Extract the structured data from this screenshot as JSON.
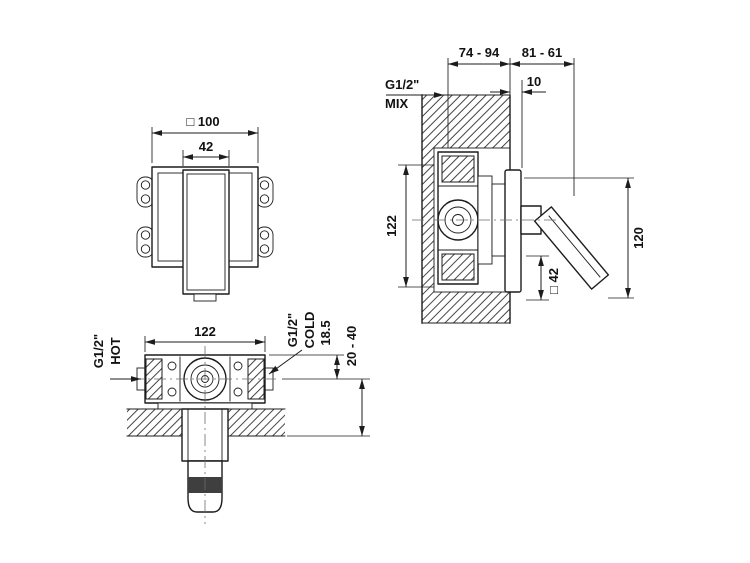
{
  "colors": {
    "line": "#1c1c1c",
    "background": "#ffffff",
    "handle_band": "#3f3f3f"
  },
  "front_view": {
    "dim_width": "□ 100",
    "dim_cover_width": "42"
  },
  "front_section": {
    "dim_body_width": "122",
    "hot_thread": "G1/2\"",
    "hot_label": "HOT",
    "cold_thread": "G1/2\"",
    "cold_label": "COLD",
    "dim_port_offset": "18.5",
    "dim_wall_range": "20 - 40"
  },
  "side_section": {
    "dim_rough_depth": "74 - 94",
    "dim_protrusion": "81 - 61",
    "mix_thread": "G1/2\"",
    "mix_label": "MIX",
    "dim_plate_offset": "10",
    "dim_body_height": "122",
    "dim_trim_height": "120",
    "dim_handle_square": "□ 42"
  }
}
